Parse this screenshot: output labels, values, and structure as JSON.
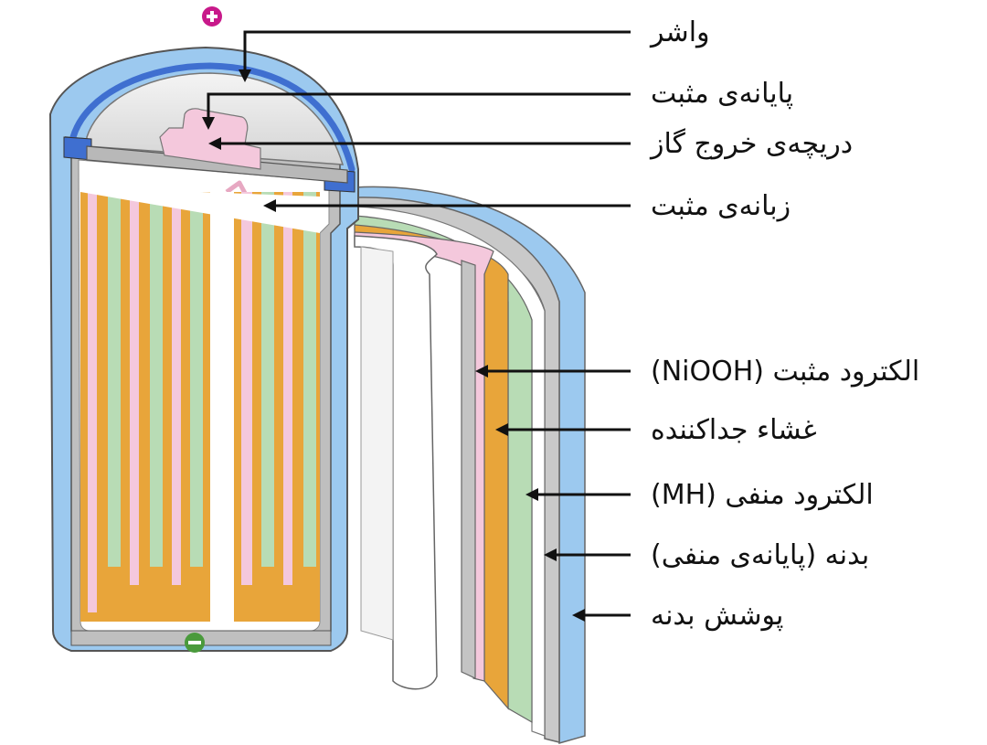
{
  "labels": {
    "washer": "واشر",
    "positive_terminal": "پایانه‌ی مثبت",
    "gas_vent": "دریچه‌ی خروج گاز",
    "positive_tab": "زبانه‌ی مثبت",
    "positive_electrode": "الکترود مثبت (NiOOH)",
    "separator": "غشاء جداکننده",
    "negative_electrode": "الکترود منفی (MH)",
    "case": "بدنه (پایانه‌ی منفی)",
    "case_cover": "پوشش بدنه"
  },
  "colors": {
    "case_outer_blue": "#9cc9ef",
    "case_blue_dark": "#3f6fd0",
    "case_gray": "#a9a9a9",
    "electrode_orange": "#e8a53a",
    "separator_pink": "#f4c8dc",
    "negative_green": "#b8dcb5",
    "plus_sign": "#c8198a",
    "minus_sign": "#4a9a3c"
  },
  "icons": {
    "positive_sign": "plus-circle-icon",
    "negative_sign": "minus-circle-icon"
  }
}
